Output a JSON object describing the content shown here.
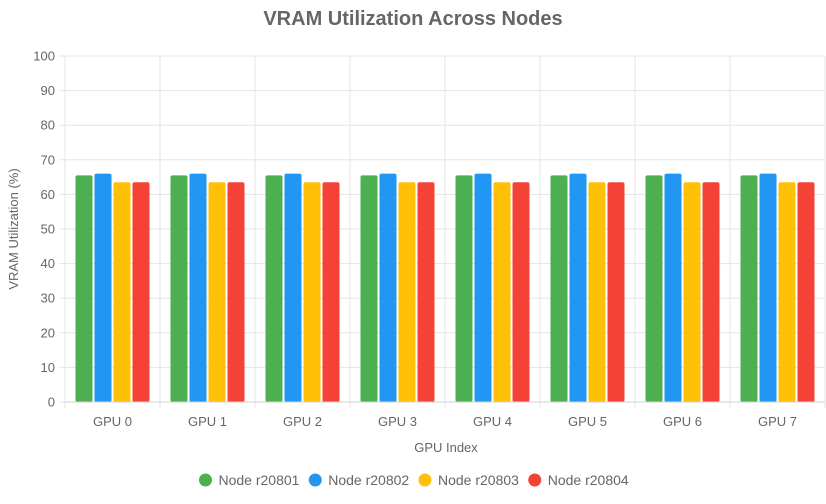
{
  "chart_data": {
    "type": "bar",
    "title": "VRAM Utilization Across Nodes",
    "xlabel": "GPU Index",
    "ylabel": "VRAM Utilization (%)",
    "ylim": [
      0,
      100
    ],
    "yticks": [
      0,
      10,
      20,
      30,
      40,
      50,
      60,
      70,
      80,
      90,
      100
    ],
    "grid": true,
    "legend_position": "bottom",
    "categories": [
      "GPU 0",
      "GPU 1",
      "GPU 2",
      "GPU 3",
      "GPU 4",
      "GPU 5",
      "GPU 6",
      "GPU 7"
    ],
    "series": [
      {
        "name": "Node r20801",
        "color": "#4caf50",
        "values": [
          65.5,
          65.5,
          65.5,
          65.5,
          65.5,
          65.5,
          65.5,
          65.5
        ]
      },
      {
        "name": "Node r20802",
        "color": "#2196f3",
        "values": [
          66,
          66,
          66,
          66,
          66,
          66,
          66,
          66
        ]
      },
      {
        "name": "Node r20803",
        "color": "#ffc107",
        "values": [
          63.5,
          63.5,
          63.5,
          63.5,
          63.5,
          63.5,
          63.5,
          63.5
        ]
      },
      {
        "name": "Node r20804",
        "color": "#f44336",
        "values": [
          63.5,
          63.5,
          63.5,
          63.5,
          63.5,
          63.5,
          63.5,
          63.5
        ]
      }
    ]
  }
}
